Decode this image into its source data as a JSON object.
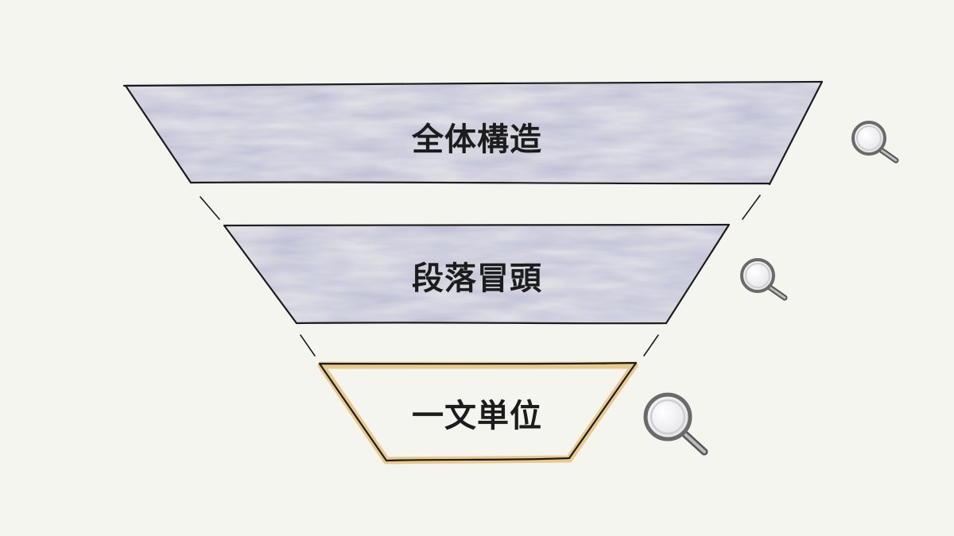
{
  "funnel": {
    "levels": [
      {
        "label": "全体構造",
        "fill": "#c3c4d8",
        "highlighted": false
      },
      {
        "label": "段落冒頭",
        "fill": "#c3c4d8",
        "highlighted": false
      },
      {
        "label": "一文単位",
        "fill": "#f5f5ef",
        "highlighted": true
      }
    ],
    "highlight_color": "#e8c27a",
    "outline_color": "#1c1c1c"
  },
  "icons": [
    "magnifier-icon",
    "magnifier-icon",
    "magnifier-icon"
  ]
}
